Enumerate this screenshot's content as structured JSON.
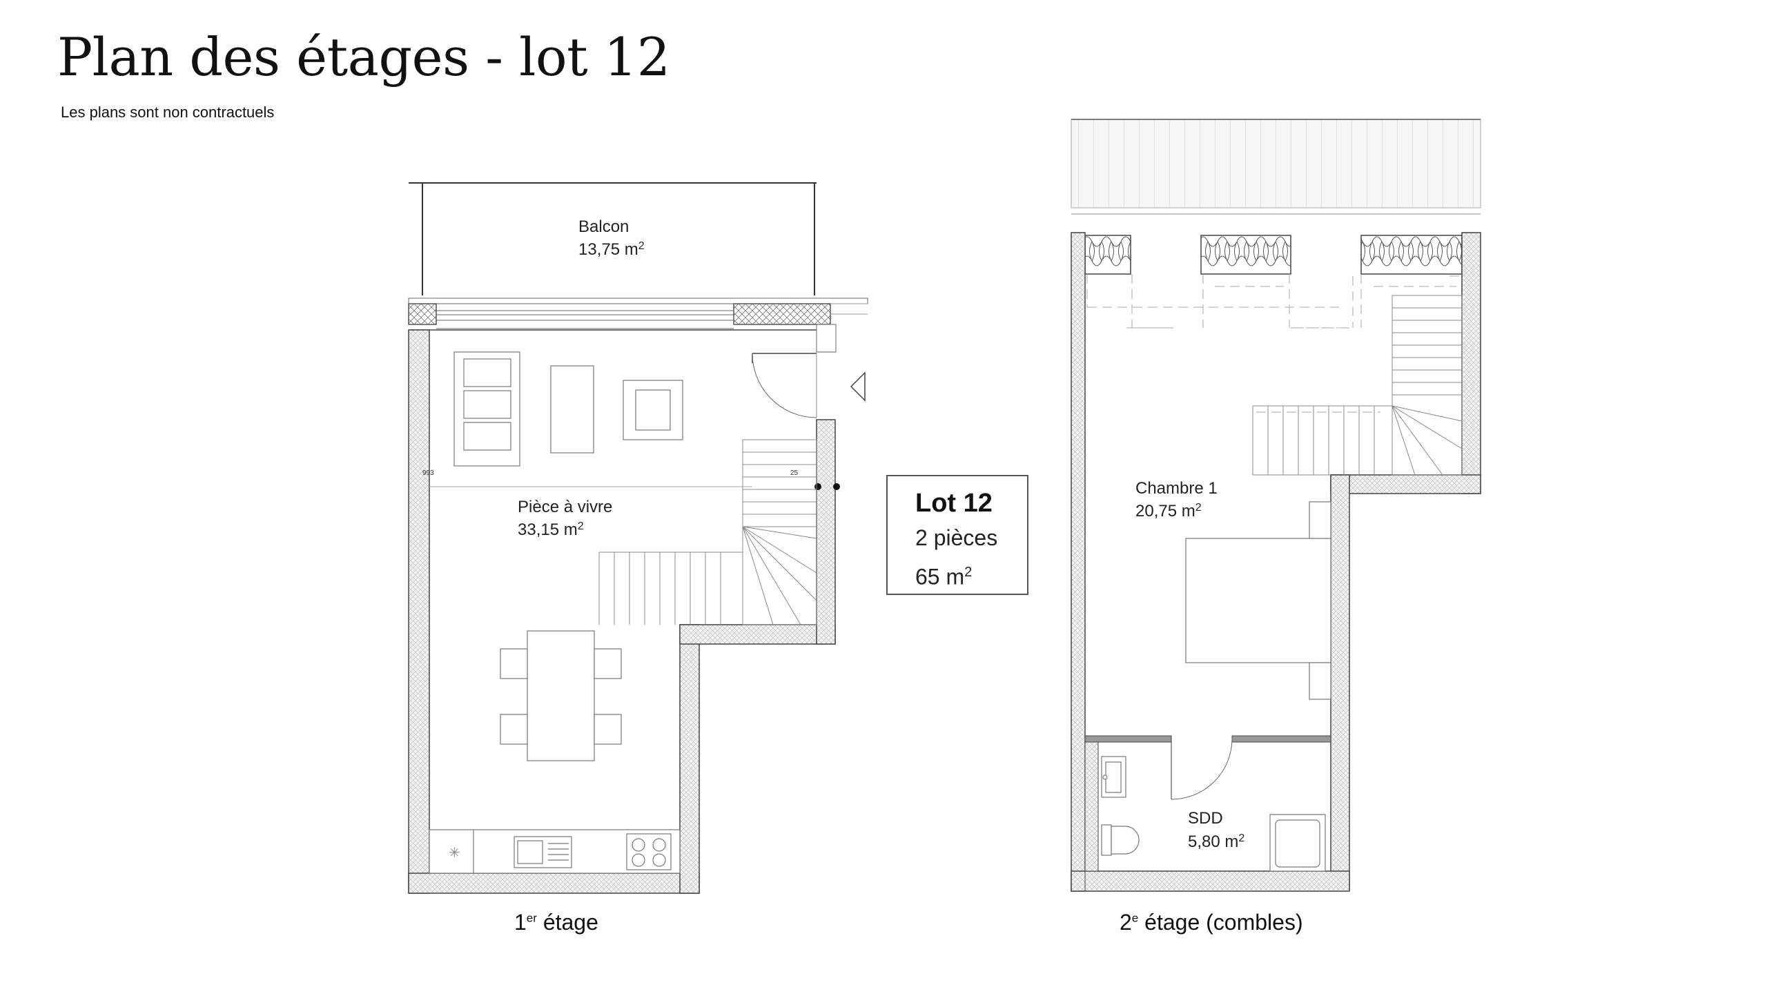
{
  "header": {
    "title": "Plan des étages - lot 12",
    "subtitle": "Les plans sont non contractuels"
  },
  "floor1": {
    "caption_number": "1",
    "caption_sup": "er",
    "caption_text": " étage",
    "rooms": {
      "balcon": {
        "name": "Balcon",
        "area": "13,75 m",
        "unit_sup": "2"
      },
      "piece": {
        "name": "Pièce à vivre",
        "area": "33,15 m",
        "unit_sup": "2"
      }
    },
    "dimension_left": "993",
    "dimension_right": "25"
  },
  "floor2": {
    "caption_number": "2",
    "caption_sup": "e",
    "caption_text": " étage (combles)",
    "rooms": {
      "chambre": {
        "name": "Chambre 1",
        "area": "20,75 m",
        "unit_sup": "2"
      },
      "sdd": {
        "name": "SDD",
        "area": "5,80 m",
        "unit_sup": "2"
      }
    }
  },
  "lot": {
    "title": "Lot 12",
    "rooms": "2 pièces",
    "area": "65 m",
    "area_sup": "2"
  }
}
